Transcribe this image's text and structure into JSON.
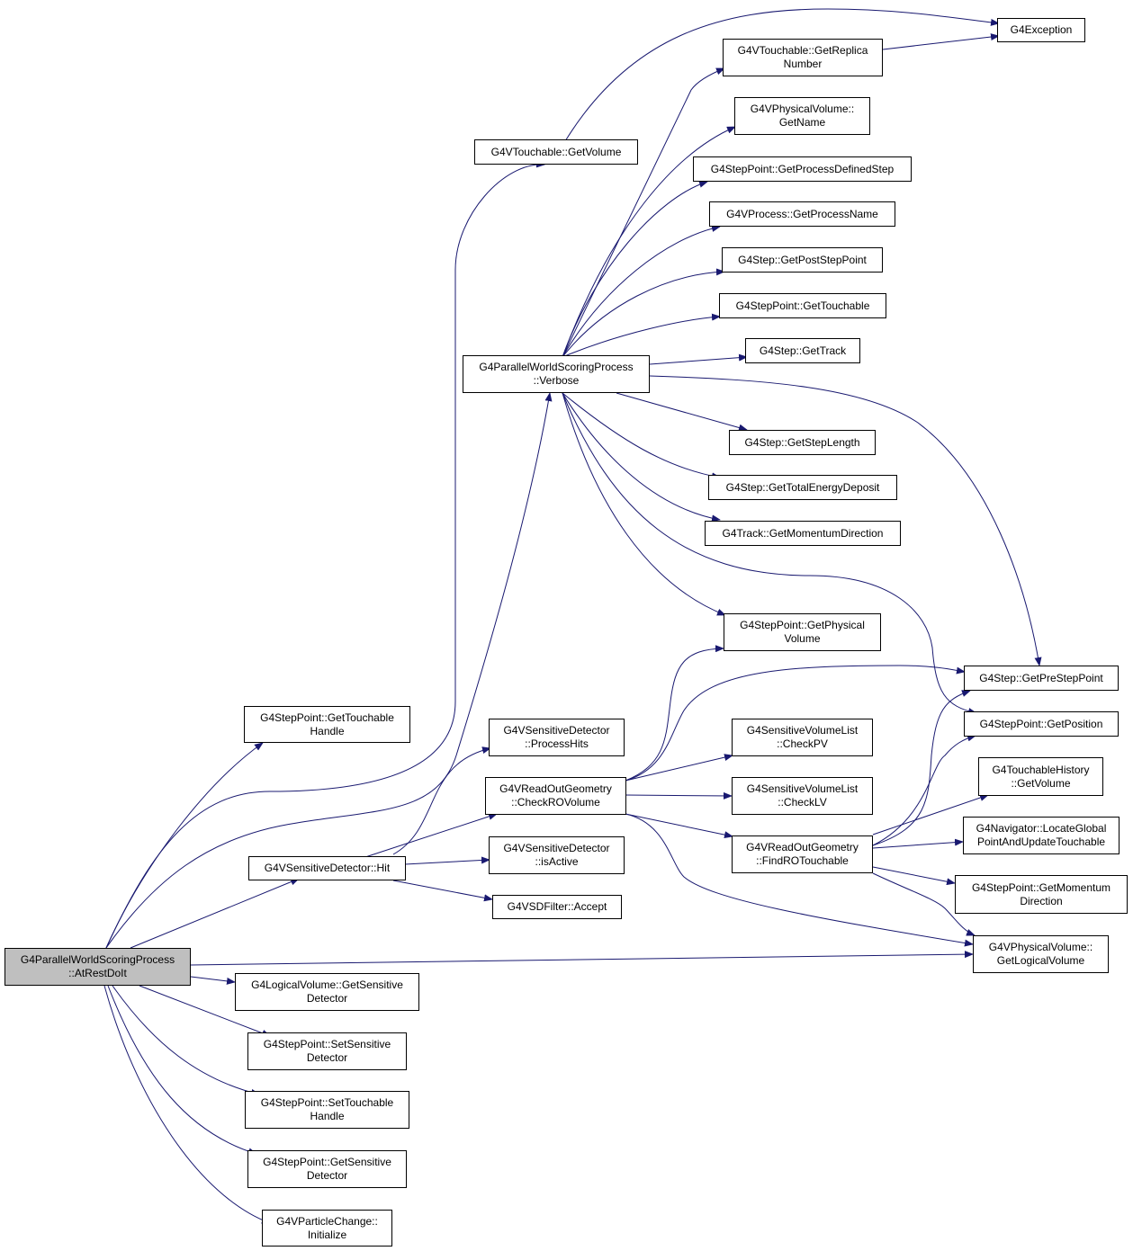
{
  "colors": {
    "edge": "#191970",
    "root_fill": "#bfbfbf",
    "node_fill": "#ffffff",
    "border": "#000000"
  },
  "nodes": {
    "root": [
      "G4ParallelWorldScoringProcess",
      "::AtRestDoIt"
    ],
    "exception": [
      "G4Exception"
    ],
    "replica": [
      "G4VTouchable::GetReplica",
      "Number"
    ],
    "pvGetName": [
      "G4VPhysicalVolume::",
      "GetName"
    ],
    "procDefStep": [
      "G4StepPoint::GetProcessDefinedStep"
    ],
    "procName": [
      "G4VProcess::GetProcessName"
    ],
    "postStep": [
      "G4Step::GetPostStepPoint"
    ],
    "spTouchable": [
      "G4StepPoint::GetTouchable"
    ],
    "getTrack": [
      "G4Step::GetTrack"
    ],
    "touchVolume": [
      "G4VTouchable::GetVolume"
    ],
    "verbose": [
      "G4ParallelWorldScoringProcess",
      "::Verbose"
    ],
    "stepLength": [
      "G4Step::GetStepLength"
    ],
    "totalEnergy": [
      "G4Step::GetTotalEnergyDeposit"
    ],
    "momDir": [
      "G4Track::GetMomentumDirection"
    ],
    "physVol": [
      "G4StepPoint::GetPhysical",
      "Volume"
    ],
    "preStep": [
      "G4Step::GetPreStepPoint"
    ],
    "position": [
      "G4StepPoint::GetPosition"
    ],
    "touchHandle": [
      "G4StepPoint::GetTouchable",
      "Handle"
    ],
    "processHits": [
      "G4VSensitiveDetector",
      "::ProcessHits"
    ],
    "checkRO": [
      "G4VReadOutGeometry",
      "::CheckROVolume"
    ],
    "checkPV": [
      "G4SensitiveVolumeList",
      "::CheckPV"
    ],
    "checkLV": [
      "G4SensitiveVolumeList",
      "::CheckLV"
    ],
    "touchHistVol": [
      "G4TouchableHistory",
      "::GetVolume"
    ],
    "hit": [
      "G4VSensitiveDetector::Hit"
    ],
    "isActive": [
      "G4VSensitiveDetector",
      "::isActive"
    ],
    "findRO": [
      "G4VReadOutGeometry",
      "::FindROTouchable"
    ],
    "locate": [
      "G4Navigator::LocateGlobal",
      "PointAndUpdateTouchable"
    ],
    "momentum": [
      "G4StepPoint::GetMomentum",
      "Direction"
    ],
    "accept": [
      "G4VSDFilter::Accept"
    ],
    "logVol": [
      "G4VPhysicalVolume::",
      "GetLogicalVolume"
    ],
    "lvSens": [
      "G4LogicalVolume::GetSensitive",
      "Detector"
    ],
    "setSens": [
      "G4StepPoint::SetSensitive",
      "Detector"
    ],
    "setTouch": [
      "G4StepPoint::SetTouchable",
      "Handle"
    ],
    "getSens": [
      "G4StepPoint::GetSensitive",
      "Detector"
    ],
    "initialize": [
      "G4VParticleChange::",
      "Initialize"
    ]
  }
}
